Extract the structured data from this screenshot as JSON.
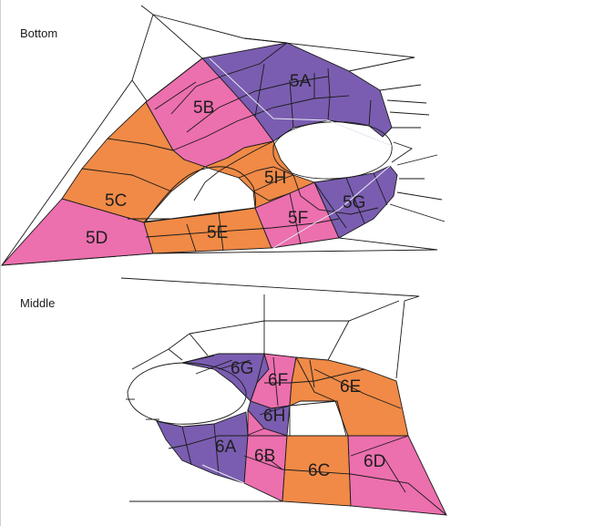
{
  "colors": {
    "orange": "#f08a46",
    "pink": "#ec6fae",
    "purple": "#7a5db0",
    "mesh": "#1a1a1a",
    "background": "#ffffff"
  },
  "sections": {
    "bottom": {
      "label": "Bottom",
      "regions": [
        {
          "id": "5A",
          "color": "purple"
        },
        {
          "id": "5B",
          "color": "pink"
        },
        {
          "id": "5C",
          "color": "orange"
        },
        {
          "id": "5D",
          "color": "pink"
        },
        {
          "id": "5E",
          "color": "orange"
        },
        {
          "id": "5F",
          "color": "pink"
        },
        {
          "id": "5G",
          "color": "purple"
        },
        {
          "id": "5H",
          "color": "orange"
        }
      ]
    },
    "middle": {
      "label": "Middle",
      "regions": [
        {
          "id": "6A",
          "color": "purple"
        },
        {
          "id": "6B",
          "color": "pink"
        },
        {
          "id": "6C",
          "color": "orange"
        },
        {
          "id": "6D",
          "color": "pink"
        },
        {
          "id": "6E",
          "color": "orange"
        },
        {
          "id": "6F",
          "color": "pink"
        },
        {
          "id": "6G",
          "color": "purple"
        },
        {
          "id": "6H",
          "color": "purple"
        }
      ]
    }
  }
}
